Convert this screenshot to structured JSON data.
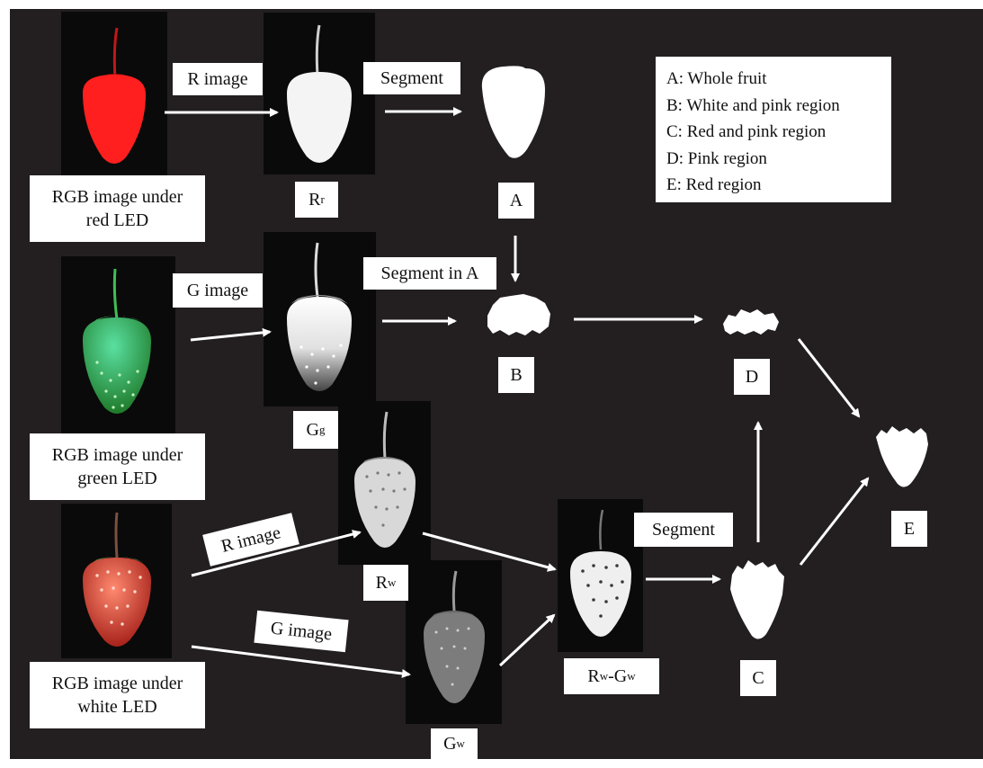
{
  "source_labels": {
    "red": [
      "RGB image under",
      "red LED"
    ],
    "green": [
      "RGB image under",
      "green LED"
    ],
    "white": [
      "RGB image under",
      "white LED"
    ]
  },
  "edge_labels": {
    "r_image_top": "R image",
    "segment_top": "Segment",
    "g_image_mid": "G image",
    "segment_in_a": "Segment in A",
    "r_image_bottom": "R image",
    "g_image_bottom": "G image",
    "segment_bottom": "Segment"
  },
  "channel_labels": {
    "rr": {
      "base": "R",
      "sub": "r"
    },
    "gg": {
      "base": "G",
      "sub": "g"
    },
    "rw": {
      "base": "R",
      "sub": "w"
    },
    "gw": {
      "base": "G",
      "sub": "w"
    },
    "rw_gw": {
      "base1": "R",
      "sub1": "w",
      "mid": "-G",
      "sub2": "w"
    }
  },
  "region_labels": {
    "a": "A",
    "b": "B",
    "c": "C",
    "d": "D",
    "e": "E"
  },
  "legend": [
    "A: Whole fruit",
    "B: White and pink region",
    "C: Red and pink region",
    "D: Pink region",
    "E: Red region"
  ],
  "colors": {
    "background": "#231f20",
    "red_fruit": "#ff2a2a",
    "green_fruit": "#35c24a",
    "white_fruit": "#e8553f",
    "arrow": "#ffffff"
  }
}
